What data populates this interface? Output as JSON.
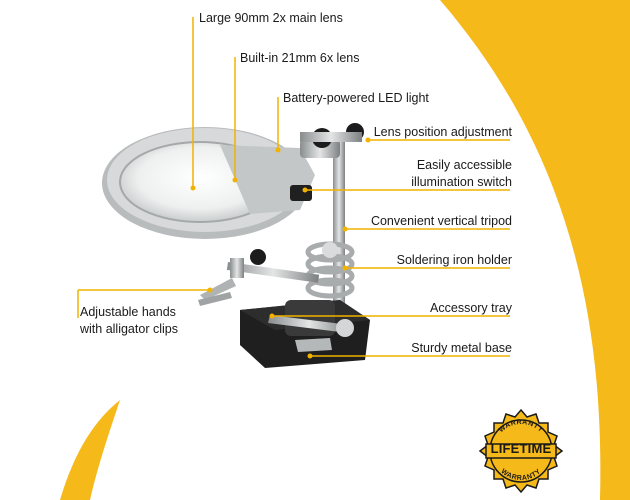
{
  "colors": {
    "accent": "#F6B91A",
    "leader": "#F2B200",
    "text": "#1a1a1a"
  },
  "callouts": {
    "main_lens": "Large 90mm 2x main lens",
    "small_lens": "Built-in 21mm 6x lens",
    "led_light": "Battery-powered LED light",
    "lens_adjustment": "Lens position adjustment",
    "switch_line1": "Easily accessible",
    "switch_line2": "illumination switch",
    "tripod": "Convenient vertical tripod",
    "iron_holder": "Soldering iron holder",
    "hands_line1": "Adjustable hands",
    "hands_line2": "with alligator clips",
    "tray": "Accessory tray",
    "base": "Sturdy metal base"
  },
  "badge": {
    "top_arc": "WARRANTY",
    "main": "LIFETIME",
    "bottom_arc": "WARRANTY",
    "icon": "lifetime-warranty-seal"
  }
}
